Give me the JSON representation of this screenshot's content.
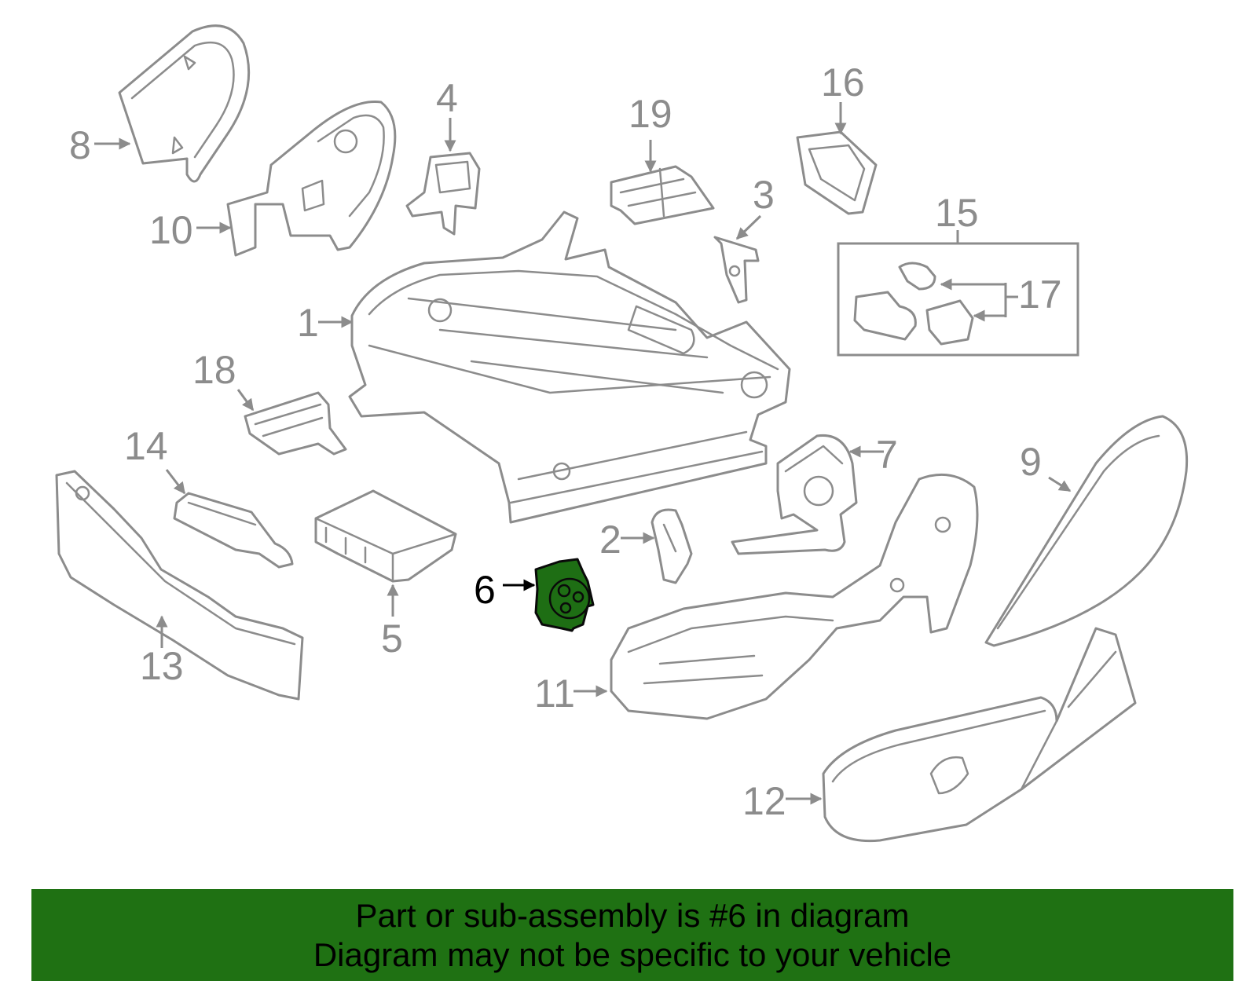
{
  "callouts": {
    "c1": "1",
    "c2": "2",
    "c3": "3",
    "c4": "4",
    "c5": "5",
    "c6": "6",
    "c7": "7",
    "c8": "8",
    "c9": "9",
    "c10": "10",
    "c11": "11",
    "c12": "12",
    "c13": "13",
    "c14": "14",
    "c15": "15",
    "c16": "16",
    "c17": "17",
    "c18": "18",
    "c19": "19"
  },
  "highlighted_part": "6",
  "colors": {
    "banner": "#1f7113",
    "highlight_fill": "#1e6e14",
    "part_stroke": "#8c8c8c"
  },
  "banner": {
    "line1": "Part or sub-assembly is #6 in diagram",
    "line2": "Diagram may not be specific to your vehicle"
  }
}
